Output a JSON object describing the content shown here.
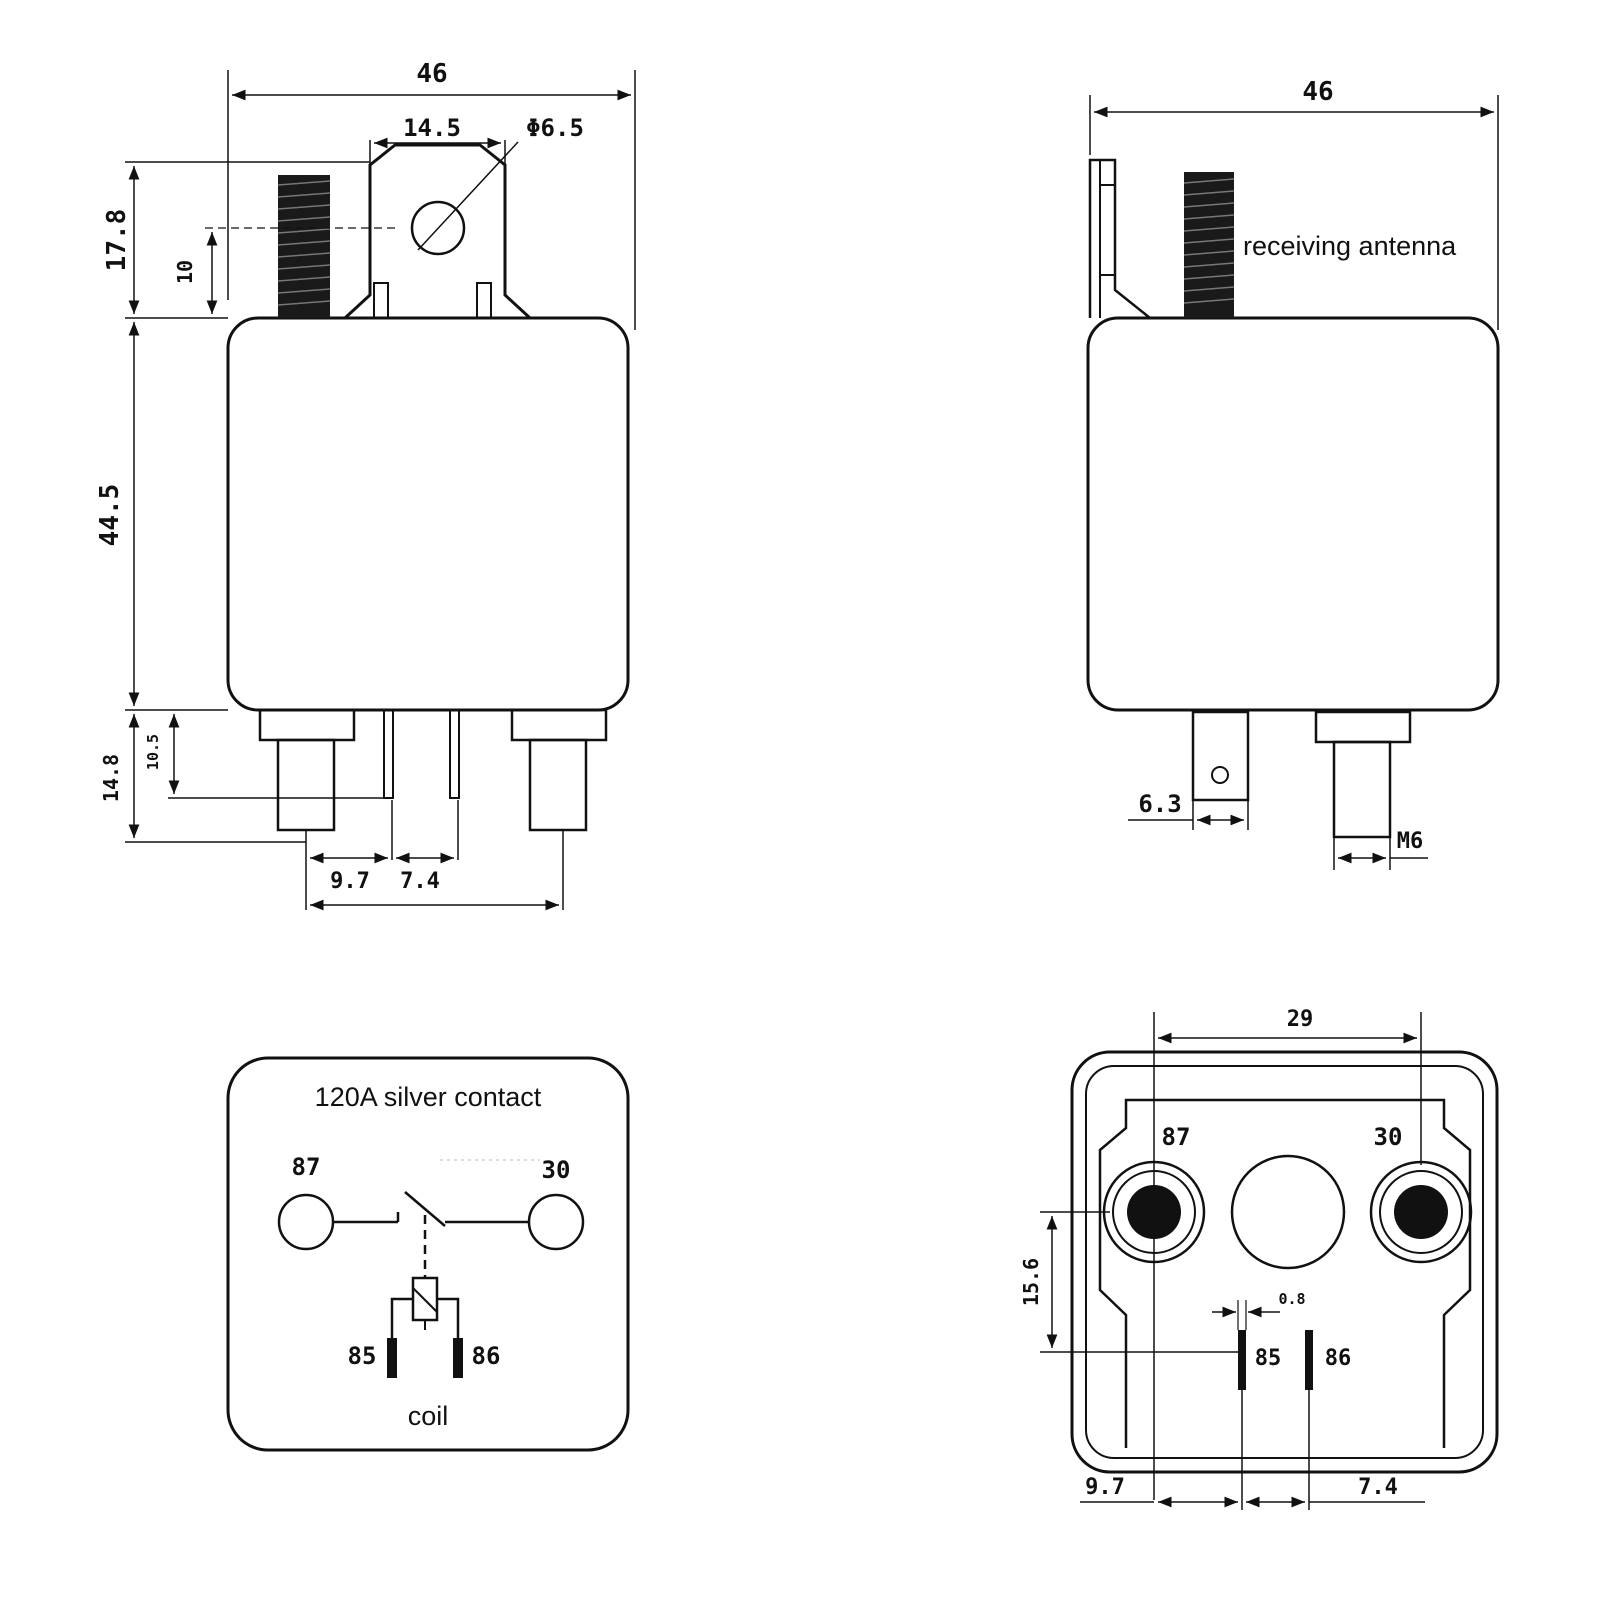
{
  "front_view": {
    "dim_width": "46",
    "dim_tab_width": "14.5",
    "dim_hole": "Φ6.5",
    "dim_tab_height": "17.8",
    "dim_stud_offset": "10",
    "dim_body_height": "44.5",
    "dim_pin_len_1": "14.8",
    "dim_pin_len_2": "10.5",
    "dim_spacing_a": "9.7",
    "dim_spacing_b": "7.4"
  },
  "side_view": {
    "dim_width": "46",
    "antenna_label": "receiving antenna",
    "dim_blade": "6.3",
    "dim_thread": "M6"
  },
  "schematic": {
    "title": "120A silver contact",
    "pin_87": "87",
    "pin_30": "30",
    "pin_85": "85",
    "pin_86": "86",
    "coil_label": "coil"
  },
  "bottom_view": {
    "dim_span": "29",
    "pin_87": "87",
    "pin_30": "30",
    "dim_vertical": "15.6",
    "dim_blade_gap": "0.8",
    "pin_85": "85",
    "pin_86": "86",
    "dim_left": "9.7",
    "dim_right": "7.4"
  }
}
